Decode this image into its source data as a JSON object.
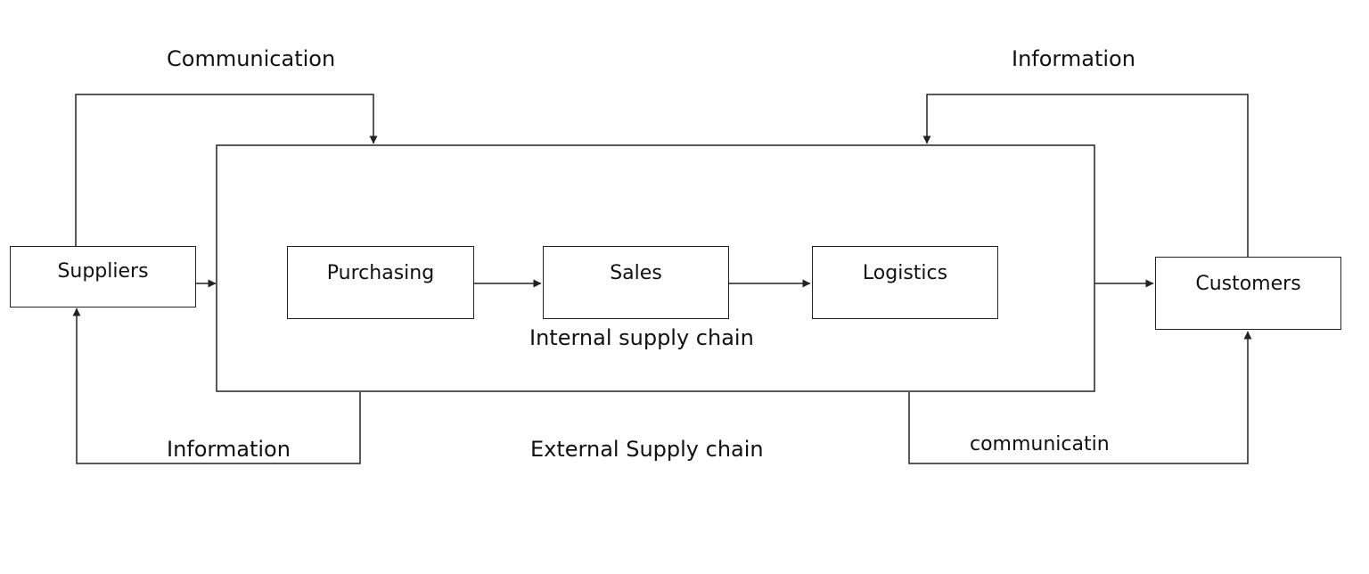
{
  "nodes": {
    "suppliers": "Suppliers",
    "purchasing": "Purchasing",
    "sales": "Sales",
    "logistics": "Logistics",
    "customers": "Customers"
  },
  "labels": {
    "communication_top": "Communication",
    "information_top": "Information",
    "information_bottom": "Information",
    "communication_bottom": "communicatin",
    "internal_chain": "Internal supply chain",
    "external_chain": "External Supply chain"
  },
  "colors": {
    "line": "#222222",
    "background": "#ffffff"
  }
}
